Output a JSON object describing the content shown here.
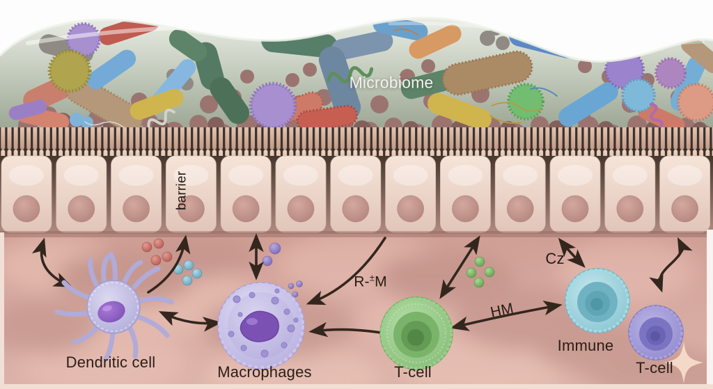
{
  "figure": {
    "regions": {
      "microbiome": {
        "label": "Microbiome"
      },
      "barrier": {
        "label": "barrier",
        "epithelial_cell_count": 13
      },
      "lamina_propria": {
        "description": ""
      }
    },
    "immune_cells": [
      {
        "id": "dendritic-cell",
        "label": "Dendritic cell",
        "color": "#b7b1de"
      },
      {
        "id": "macrophage",
        "label": "Macrophages",
        "color": "#c0b8e2"
      },
      {
        "id": "t-cell-green",
        "label": "T-cell",
        "color": "#8cc17e"
      },
      {
        "id": "immune-cell",
        "label": "Immune",
        "color": "#8ac8d5"
      },
      {
        "id": "t-cell-purple",
        "label": "T-cell",
        "color": "#948dd0"
      }
    ],
    "interaction_labels": {
      "rm": {
        "prefix": "R-",
        "sup": "±",
        "suffix": "M"
      },
      "hm": "HM",
      "cz": "Cz"
    },
    "signal_dots": [
      {
        "id": "red-dots",
        "color": "#c4675e",
        "count": 4
      },
      {
        "id": "blue-dots",
        "color": "#74b4cd",
        "count": 4
      },
      {
        "id": "purple-dots",
        "color": "#8878c6",
        "count": 5
      },
      {
        "id": "green-dots",
        "color": "#74b262",
        "count": 4
      }
    ],
    "palette": {
      "background": "#ffffff",
      "mucus": "#a9b39f",
      "epithelium": "#ecd7ca",
      "epithelium_nucleus": "#c2958c",
      "tissue": "#d6a89f",
      "arrow": "#33261d",
      "label_text": "#241a14",
      "microbiome_label_text": "#f4f2ee",
      "sparkle": "#f7dcca"
    }
  }
}
